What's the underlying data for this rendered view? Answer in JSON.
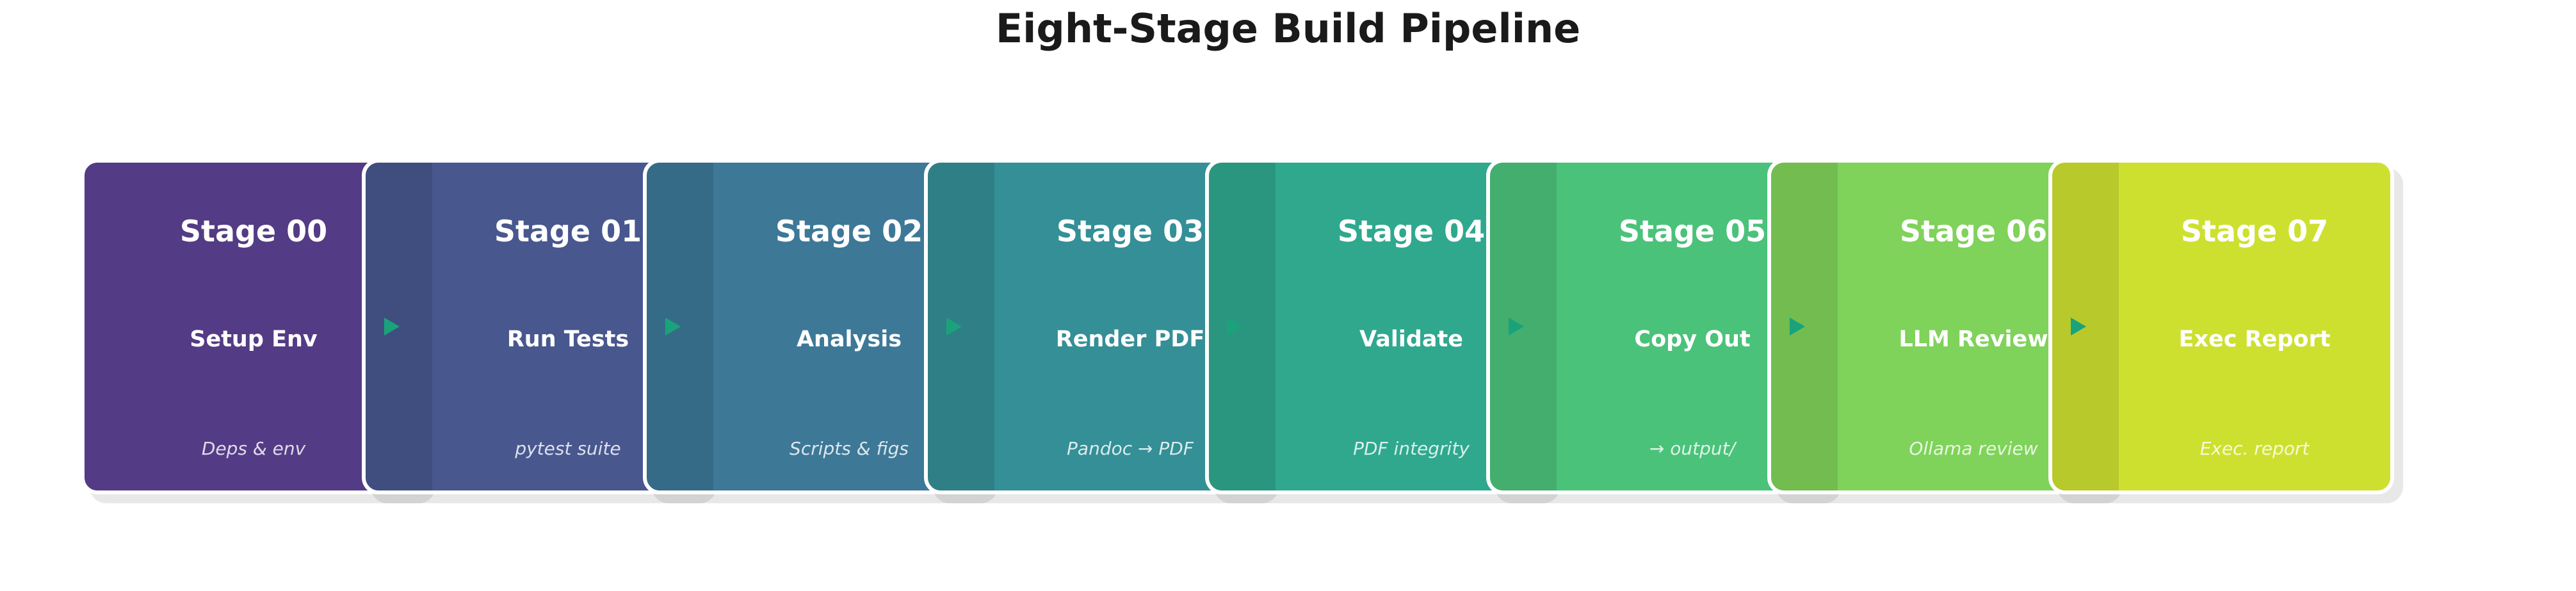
{
  "title": "Eight-Stage Build Pipeline",
  "stages": [
    {
      "name": "Stage 00",
      "task": "Setup Env",
      "desc": "Deps & env",
      "color": "#543b85"
    },
    {
      "name": "Stage 01",
      "task": "Run Tests",
      "desc": "pytest suite",
      "color": "#48578e"
    },
    {
      "name": "Stage 02",
      "task": "Analysis",
      "desc": "Scripts & figs",
      "color": "#3d7897"
    },
    {
      "name": "Stage 03",
      "task": "Render PDF",
      "desc": "Pandoc → PDF",
      "color": "#348f96"
    },
    {
      "name": "Stage 04",
      "task": "Validate",
      "desc": "PDF integrity",
      "color": "#2fa88e"
    },
    {
      "name": "Stage 05",
      "task": "Copy Out",
      "desc": "→ output/",
      "color": "#4bc27a"
    },
    {
      "name": "Stage 06",
      "task": "LLM Review",
      "desc": "Ollama review",
      "color": "#7fd25a"
    },
    {
      "name": "Stage 07",
      "task": "Exec Report",
      "desc": "Exec. report",
      "color": "#cde030"
    }
  ],
  "arrow_color": "#1aa37a"
}
